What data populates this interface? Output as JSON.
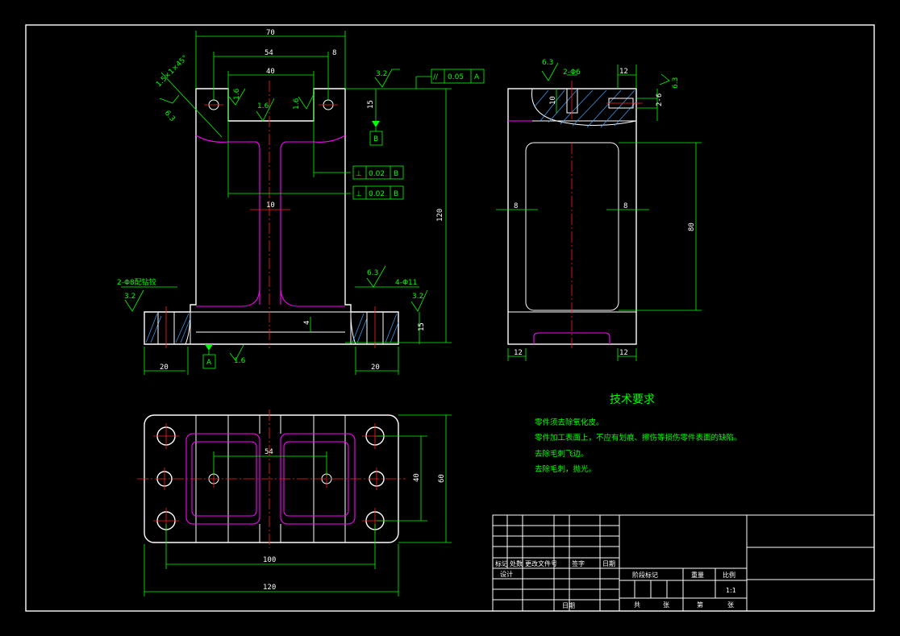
{
  "views": {
    "front": {
      "dims": {
        "width_total": "70",
        "hole_spacing": "54",
        "top_right": "8",
        "inner_width": "40",
        "height_total": "120",
        "top_step": "15",
        "web": "10",
        "base_height": "15",
        "base_step": "4",
        "base_left": "20",
        "base_right": "20"
      },
      "roughness": {
        "top": "3.2",
        "left_boss": "1.6",
        "mid_left": "1.6",
        "mid_right": "1.6",
        "chamfer": "6.3",
        "base_left": "3.2",
        "base_mid": "6.3",
        "base_right": "3.2",
        "bottom": "1.6"
      },
      "notes": {
        "chamfer_note": "1.5×1×45°",
        "counterbore": "2-Φ8配钻铰",
        "holes": "4-Φ11"
      },
      "fcf": [
        {
          "symbol": "//",
          "value": "0.05",
          "datum": "A"
        },
        {
          "symbol": "⊥",
          "value": "0.02",
          "datum": "B"
        },
        {
          "symbol": "⊥",
          "value": "0.02",
          "datum": "B"
        }
      ],
      "datums": {
        "top": "B",
        "bottom": "A"
      }
    },
    "side": {
      "dims": {
        "hole": "2-Φ6",
        "top_right": "12",
        "depth": "10",
        "pin": "2-6",
        "left": "8",
        "right": "8",
        "height": "80",
        "bottom_left": "12",
        "bottom_right": "12"
      },
      "roughness": {
        "top": "6.3",
        "right": "6.3"
      }
    },
    "top": {
      "dims": {
        "hole_spacing": "54",
        "inner": "40",
        "height": "60",
        "inner_width": "100",
        "total_width": "120"
      }
    }
  },
  "requirements": {
    "title": "技术要求",
    "items": [
      "零件须去除氧化皮。",
      "零件加工表面上，不应有划痕、擦伤等损伤零件表面的缺陷。",
      "去除毛刺飞边。",
      "去除毛刺，抛光。"
    ]
  },
  "title_block": {
    "col_labels": [
      "标记",
      "处数",
      "更改文件号",
      "签字",
      "日期"
    ],
    "design": "设计",
    "approve": "日期",
    "stage": "阶段标记",
    "weight": "重量",
    "scale": "比例",
    "scale_value": "1:1",
    "sheets_total": "共",
    "sheets_unit": "张",
    "sheet_no": "第",
    "sheet_unit": "张"
  }
}
